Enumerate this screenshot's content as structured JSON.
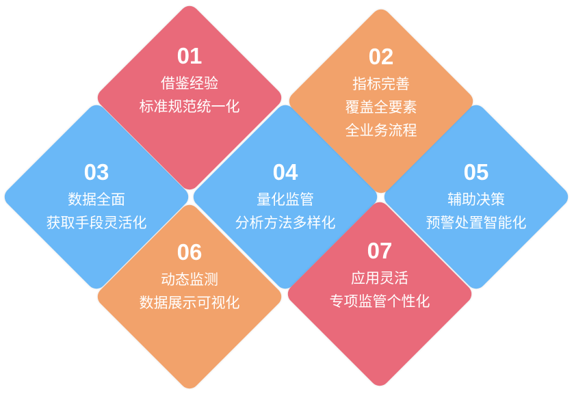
{
  "colors": {
    "pink": "#E96A7A",
    "orange": "#F2A26B",
    "blue": "#6AB8F7",
    "text": "#FFFFFF"
  },
  "items": [
    {
      "number": "01",
      "color": "pink",
      "lines": [
        "借鉴经验",
        "标准规范统一化"
      ]
    },
    {
      "number": "02",
      "color": "orange",
      "lines": [
        "指标完善",
        "覆盖全要素",
        "全业务流程"
      ]
    },
    {
      "number": "03",
      "color": "blue",
      "lines": [
        "数据全面",
        "获取手段灵活化"
      ]
    },
    {
      "number": "04",
      "color": "blue",
      "lines": [
        "量化监管",
        "分析方法多样化"
      ]
    },
    {
      "number": "05",
      "color": "blue",
      "lines": [
        "辅助决策",
        "预警处置智能化"
      ]
    },
    {
      "number": "06",
      "color": "orange",
      "lines": [
        "动态监测",
        "数据展示可视化"
      ]
    },
    {
      "number": "07",
      "color": "pink",
      "lines": [
        "应用灵活",
        "专项监管个性化"
      ]
    }
  ]
}
